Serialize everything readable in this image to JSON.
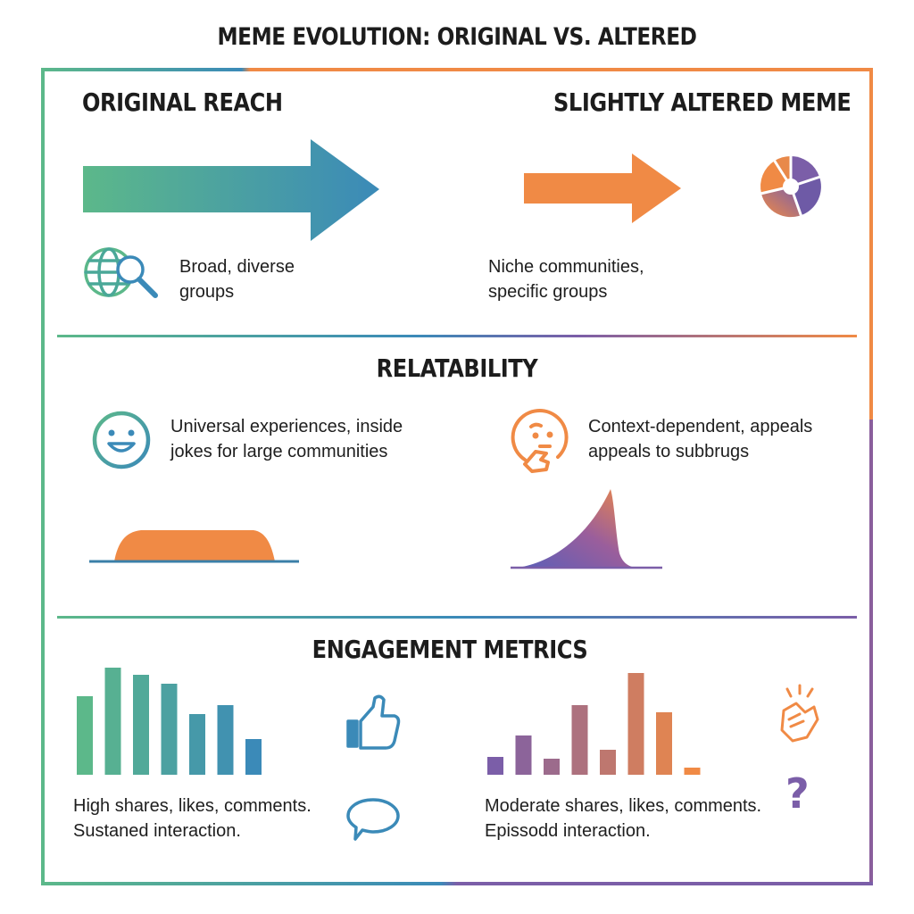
{
  "title": "MEME EVOLUTION: ORIGINAL VS. ALTERED",
  "sections": {
    "reach": {
      "left_heading": "ORIGINAL REACH",
      "right_heading": "SLIGHTLY ALTERED MEME",
      "left_desc": [
        "Broad, diverse",
        "groups"
      ],
      "right_desc": [
        "Niche communities,",
        "specific groups"
      ],
      "left_icon": "globe-magnifier-icon",
      "right_icon": "pie-chart-icon"
    },
    "relatability": {
      "heading": "RELATABILITY",
      "left_desc": [
        "Universal experiences, inside",
        "jokes for large communities"
      ],
      "right_desc": [
        "Context-dependent, appeals",
        "appeals to subbrugs"
      ],
      "left_icon": "smiley-face-icon",
      "right_icon": "thinking-face-icon"
    },
    "engagement": {
      "heading": "ENGAGEMENT METRICS",
      "left_desc": [
        "High shares, likes, comments.",
        "Sustaned interaction."
      ],
      "right_desc": [
        "Moderate shares, likes, comments.",
        "Epissodd interaction."
      ],
      "left_icons": [
        "thumbs-up-icon",
        "speech-bubble-icon"
      ],
      "right_icons": [
        "clapping-hands-icon",
        "question-mark-icon"
      ]
    }
  },
  "colors": {
    "green": "#5cb88a",
    "blue": "#3b8ab8",
    "orange": "#f08a45",
    "purple": "#7b5ea8",
    "text": "#1c1c1c"
  },
  "chart_data": [
    {
      "type": "bar",
      "values": [
        88,
        120,
        112,
        102,
        68,
        78,
        40
      ],
      "ylim": [
        0,
        120
      ]
    },
    {
      "type": "bar",
      "values": [
        20,
        44,
        18,
        78,
        28,
        114,
        70,
        8
      ],
      "ylim": [
        0,
        120
      ]
    }
  ]
}
